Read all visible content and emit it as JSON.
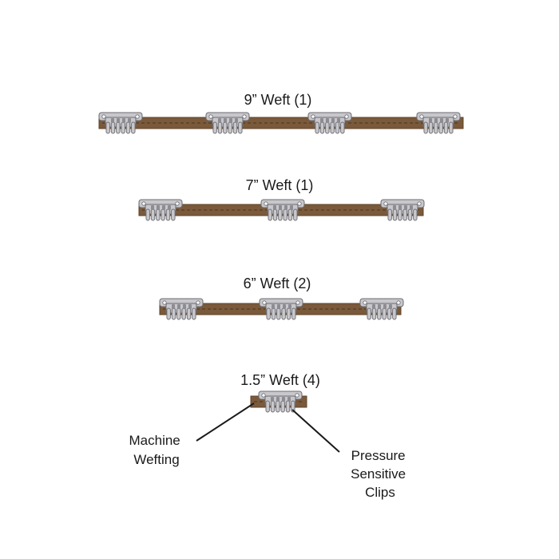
{
  "colors": {
    "weft_band": "#7a5a3b",
    "weft_band_edge": "#5d4329",
    "weft_stitch": "#4a341f",
    "clip_body": "#c8c8cc",
    "clip_edge": "#6b6b70",
    "clip_inner": "#8c8c92",
    "text": "#1a1a1a"
  },
  "wefts": [
    {
      "title": "9” Weft (1)",
      "length_in": 9,
      "count": 1,
      "clips": 4
    },
    {
      "title": "7” Weft (1)",
      "length_in": 7,
      "count": 1,
      "clips": 3
    },
    {
      "title": "6” Weft (2)",
      "length_in": 6,
      "count": 2,
      "clips": 3
    },
    {
      "title": "1.5” Weft (4)",
      "length_in": 1.5,
      "count": 4,
      "clips": 1
    }
  ],
  "callouts": {
    "machine_wefting": [
      "Machine",
      "Wefting"
    ],
    "pressure_clips": [
      "Pressure",
      "Sensitive",
      "Clips"
    ]
  }
}
